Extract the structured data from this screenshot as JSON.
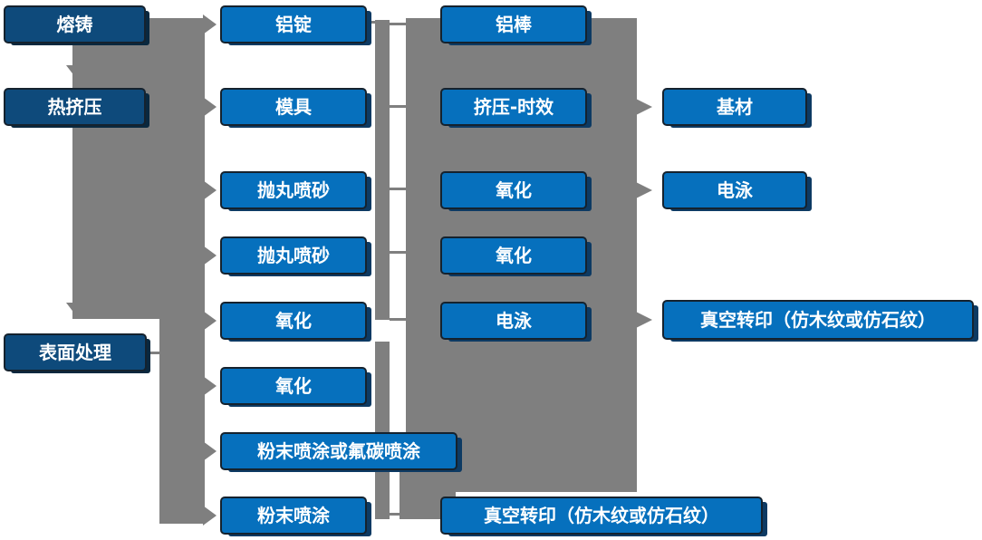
{
  "colors": {
    "primary_box": "#0670bd",
    "dark_box": "#0e4a7b",
    "connector_gray": "#7f7f7f",
    "box_text": "#ffffff",
    "background": "#ffffff"
  },
  "nodes": [
    {
      "label": "熔铸"
    },
    {
      "label": "热挤压"
    },
    {
      "label": "表面处理"
    },
    {
      "label": "铝锭"
    },
    {
      "label": "模具"
    },
    {
      "label": "抛丸喷砂"
    },
    {
      "label": "抛丸喷砂"
    },
    {
      "label": "氧化"
    },
    {
      "label": "氧化"
    },
    {
      "label": "粉末喷涂或氟碳喷涂"
    },
    {
      "label": "粉末喷涂"
    },
    {
      "label": "铝棒"
    },
    {
      "label": "挤压-时效"
    },
    {
      "label": "氧化"
    },
    {
      "label": "氧化"
    },
    {
      "label": "电泳"
    },
    {
      "label": "真空转印（仿木纹或仿石纹）"
    },
    {
      "label": "基材"
    },
    {
      "label": "电泳"
    },
    {
      "label": "真空转印（仿木纹或仿石纹）"
    }
  ],
  "connections": {
    "stage_flow": [
      "熔铸 → 热挤压",
      "热挤压 → 表面处理"
    ],
    "trunk_targets_column2": [
      "铝锭",
      "模具",
      "抛丸喷砂",
      "抛丸喷砂",
      "氧化",
      "氧化",
      "粉末喷涂或氟碳喷涂",
      "粉末喷涂"
    ],
    "column3_linked_rows": [
      "铝棒",
      "挤压-时效",
      "氧化",
      "氧化",
      "电泳",
      "真空转印（仿木纹或仿石纹）"
    ],
    "right_arrows": [
      "挤压-时效 → 基材",
      "氧化 → 电泳",
      "电泳 → 真空转印（仿木纹或仿石纹）"
    ]
  }
}
